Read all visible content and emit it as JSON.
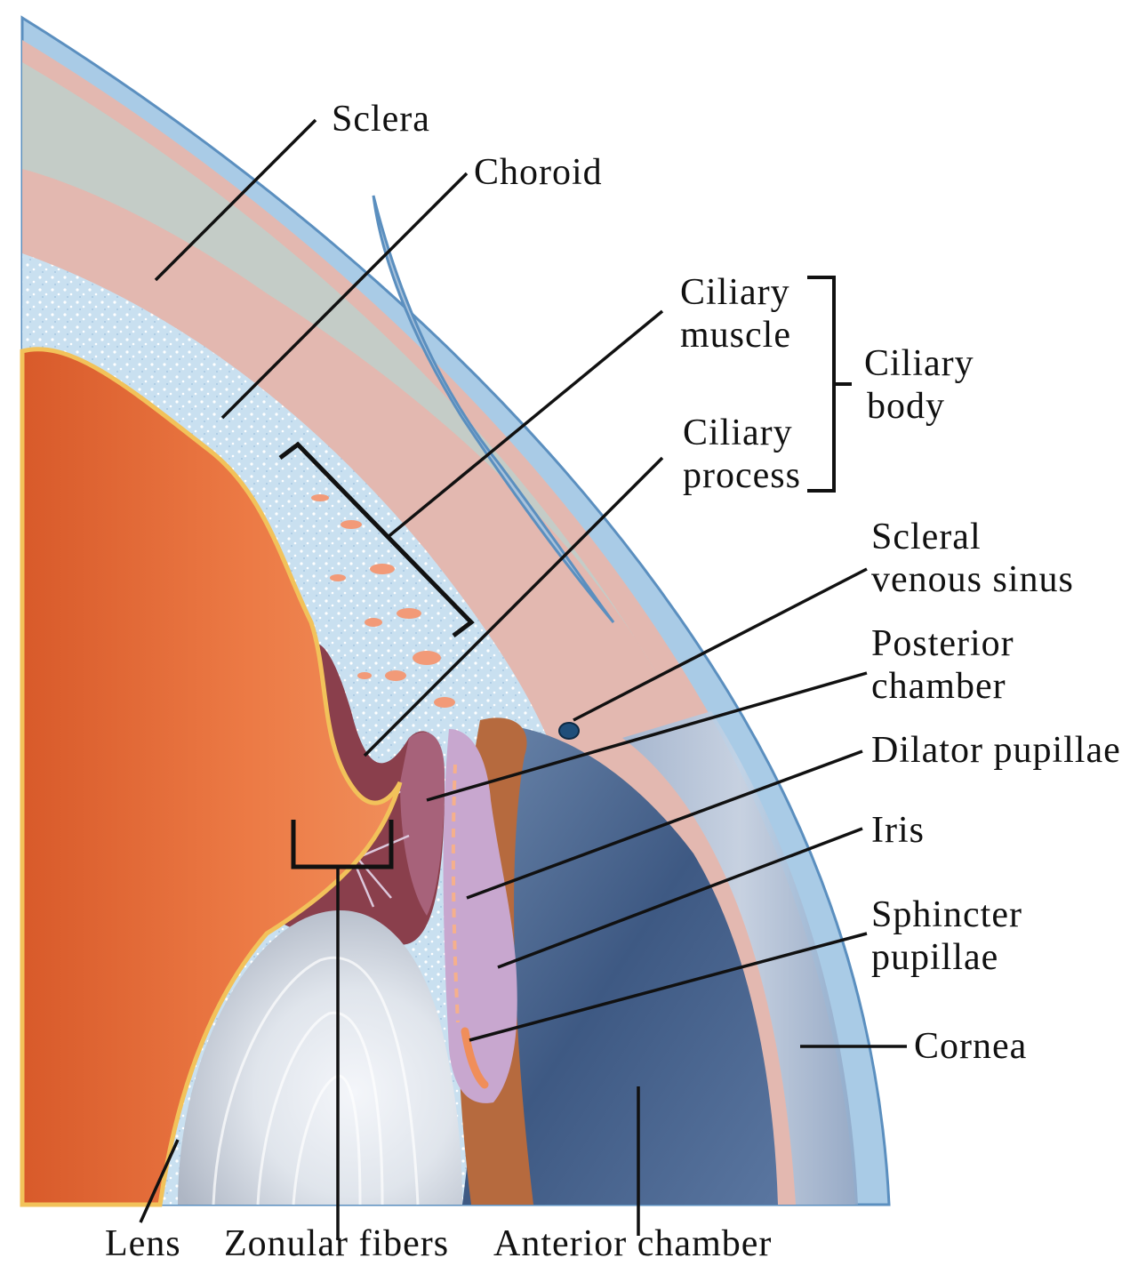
{
  "labels": {
    "sclera": "Sclera",
    "choroid": "Choroid",
    "ciliary_muscle_1": "Ciliary",
    "ciliary_muscle_2": "muscle",
    "ciliary_process_1": "Ciliary",
    "ciliary_process_2": "process",
    "ciliary_body_1": "Ciliary",
    "ciliary_body_2": "body",
    "scleral_sinus_1": "Scleral",
    "scleral_sinus_2": "venous sinus",
    "posterior_chamber_1": "Posterior",
    "posterior_chamber_2": "chamber",
    "dilator": "Dilator pupillae",
    "iris": "Iris",
    "sphincter_1": "Sphincter",
    "sphincter_2": "pupillae",
    "cornea": "Cornea",
    "lens": "Lens",
    "zonular": "Zonular fibers",
    "anterior": "Anterior chamber"
  },
  "colors": {
    "sclera_outer": "#a9cbe6",
    "sclera_band": "#e3b8b0",
    "choroid_speckle": "#cfe3f1",
    "vitreous_orange": "#e8703a",
    "lens_white": "#e4e8ee",
    "iris_purple": "#c8a7cf",
    "ciliary_maroon": "#8a3f4c",
    "anterior_blue": "#4e6a92",
    "leader": "#111111"
  }
}
